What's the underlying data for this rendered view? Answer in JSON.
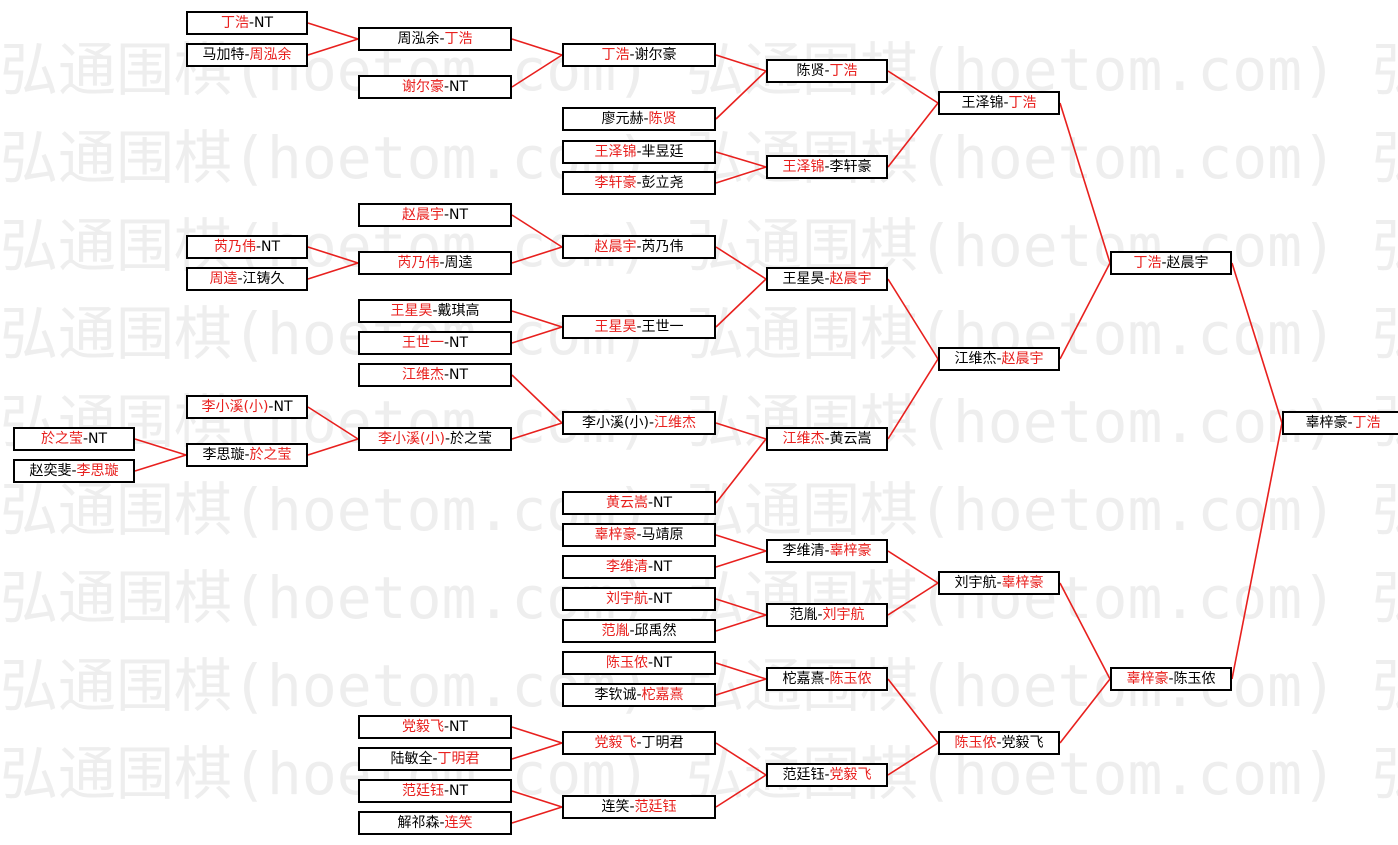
{
  "watermark": "弘通围棋(hoetom.com) 弘通围棋(hoetom.com) 弘通围棋(hoetom.com) 弘通围棋(hoetom.com)",
  "colors": {
    "winner_text": "#e8201e",
    "connector": "#e8201e",
    "box_border": "#000000",
    "watermark": "#eeeeee"
  },
  "matches": [
    {
      "id": "m01",
      "p1": "丁浩",
      "p2": "NT",
      "win": 1
    },
    {
      "id": "m02",
      "p1": "马加特",
      "p2": "周泓余",
      "win": 2
    },
    {
      "id": "m03",
      "p1": "周泓余",
      "p2": "丁浩",
      "win": 2
    },
    {
      "id": "m04",
      "p1": "谢尔豪",
      "p2": "NT",
      "win": 1
    },
    {
      "id": "m05",
      "p1": "丁浩",
      "p2": "谢尔豪",
      "win": 1
    },
    {
      "id": "m06",
      "p1": "廖元赫",
      "p2": "陈贤",
      "win": 2
    },
    {
      "id": "m07",
      "p1": "陈贤",
      "p2": "丁浩",
      "win": 2
    },
    {
      "id": "m08",
      "p1": "王泽锦",
      "p2": "芈昱廷",
      "win": 1
    },
    {
      "id": "m09",
      "p1": "李轩豪",
      "p2": "彭立尧",
      "win": 1
    },
    {
      "id": "m10",
      "p1": "王泽锦",
      "p2": "李轩豪",
      "win": 1
    },
    {
      "id": "m11",
      "p1": "王泽锦",
      "p2": "丁浩",
      "win": 2
    },
    {
      "id": "m12",
      "p1": "赵晨宇",
      "p2": "NT",
      "win": 1
    },
    {
      "id": "m13",
      "p1": "芮乃伟",
      "p2": "NT",
      "win": 1
    },
    {
      "id": "m14",
      "p1": "周逵",
      "p2": "江铸久",
      "win": 1
    },
    {
      "id": "m15",
      "p1": "芮乃伟",
      "p2": "周逵",
      "win": 1
    },
    {
      "id": "m16",
      "p1": "赵晨宇",
      "p2": "芮乃伟",
      "win": 1
    },
    {
      "id": "m17",
      "p1": "王星昊",
      "p2": "戴琪高",
      "win": 1
    },
    {
      "id": "m18",
      "p1": "王世一",
      "p2": "NT",
      "win": 1
    },
    {
      "id": "m19",
      "p1": "王星昊",
      "p2": "王世一",
      "win": 1
    },
    {
      "id": "m20",
      "p1": "王星昊",
      "p2": "赵晨宇",
      "win": 2
    },
    {
      "id": "m21",
      "p1": "江维杰",
      "p2": "NT",
      "win": 1
    },
    {
      "id": "m22",
      "p1": "李小溪(小)",
      "p2": "NT",
      "win": 1
    },
    {
      "id": "m23",
      "p1": "於之莹",
      "p2": "NT",
      "win": 1
    },
    {
      "id": "m24",
      "p1": "赵奕斐",
      "p2": "李思璇",
      "win": 2
    },
    {
      "id": "m25",
      "p1": "李思璇",
      "p2": "於之莹",
      "win": 2
    },
    {
      "id": "m26",
      "p1": "李小溪(小)",
      "p2": "於之莹",
      "win": 1
    },
    {
      "id": "m27",
      "p1": "李小溪(小)",
      "p2": "江维杰",
      "win": 2
    },
    {
      "id": "m28",
      "p1": "黄云嵩",
      "p2": "NT",
      "win": 1
    },
    {
      "id": "m29",
      "p1": "江维杰",
      "p2": "黄云嵩",
      "win": 1
    },
    {
      "id": "m30",
      "p1": "江维杰",
      "p2": "赵晨宇",
      "win": 2
    },
    {
      "id": "m31",
      "p1": "丁浩",
      "p2": "赵晨宇",
      "win": 1
    },
    {
      "id": "m32",
      "p1": "辜梓豪",
      "p2": "马靖原",
      "win": 1
    },
    {
      "id": "m33",
      "p1": "李维清",
      "p2": "NT",
      "win": 1
    },
    {
      "id": "m34",
      "p1": "李维清",
      "p2": "辜梓豪",
      "win": 2
    },
    {
      "id": "m35",
      "p1": "刘宇航",
      "p2": "NT",
      "win": 1
    },
    {
      "id": "m36",
      "p1": "范胤",
      "p2": "邱禹然",
      "win": 1
    },
    {
      "id": "m37",
      "p1": "范胤",
      "p2": "刘宇航",
      "win": 2
    },
    {
      "id": "m38",
      "p1": "刘宇航",
      "p2": "辜梓豪",
      "win": 2
    },
    {
      "id": "m39",
      "p1": "陈玉侬",
      "p2": "NT",
      "win": 1
    },
    {
      "id": "m40",
      "p1": "李钦诚",
      "p2": "柁嘉熹",
      "win": 2
    },
    {
      "id": "m41",
      "p1": "柁嘉熹",
      "p2": "陈玉侬",
      "win": 2
    },
    {
      "id": "m42",
      "p1": "党毅飞",
      "p2": "NT",
      "win": 1
    },
    {
      "id": "m43",
      "p1": "陆敏全",
      "p2": "丁明君",
      "win": 2
    },
    {
      "id": "m44",
      "p1": "党毅飞",
      "p2": "丁明君",
      "win": 1
    },
    {
      "id": "m45",
      "p1": "范廷钰",
      "p2": "NT",
      "win": 1
    },
    {
      "id": "m46",
      "p1": "解祁森",
      "p2": "连笑",
      "win": 2
    },
    {
      "id": "m47",
      "p1": "连笑",
      "p2": "范廷钰",
      "win": 2
    },
    {
      "id": "m48",
      "p1": "范廷钰",
      "p2": "党毅飞",
      "win": 2
    },
    {
      "id": "m49",
      "p1": "陈玉侬",
      "p2": "党毅飞",
      "win": 1
    },
    {
      "id": "m50",
      "p1": "辜梓豪",
      "p2": "陈玉侬",
      "win": 1
    },
    {
      "id": "m51",
      "p1": "辜梓豪",
      "p2": "丁浩",
      "win": 2
    }
  ]
}
